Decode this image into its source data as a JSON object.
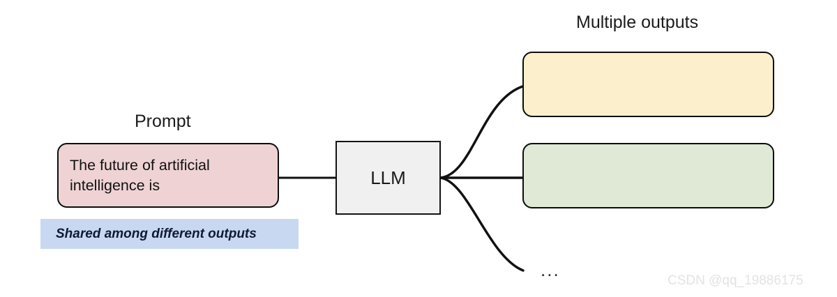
{
  "diagram": {
    "title_right": "Multiple outputs",
    "prompt_label": "Prompt",
    "prompt_text": "The future of artificial intelligence is",
    "shared_note": "Shared among different outputs",
    "model_label": "LLM",
    "ellipsis": "...",
    "watermark": "CSDN @qq_19886175",
    "outputs": [
      {
        "id": "output-1",
        "text": "",
        "color": "#FBF0CB"
      },
      {
        "id": "output-2",
        "text": "",
        "color": "#DFE9D5"
      }
    ],
    "colors": {
      "prompt_fill": "#EFD3D4",
      "shared_fill": "#C8D8F0",
      "model_fill": "#F0F0F0",
      "output_1_fill": "#FBF0CB",
      "output_2_fill": "#DFE9D5",
      "stroke": "#0D0D0D",
      "background": "#FFFFFF",
      "watermark": "#E3E3E3"
    }
  }
}
